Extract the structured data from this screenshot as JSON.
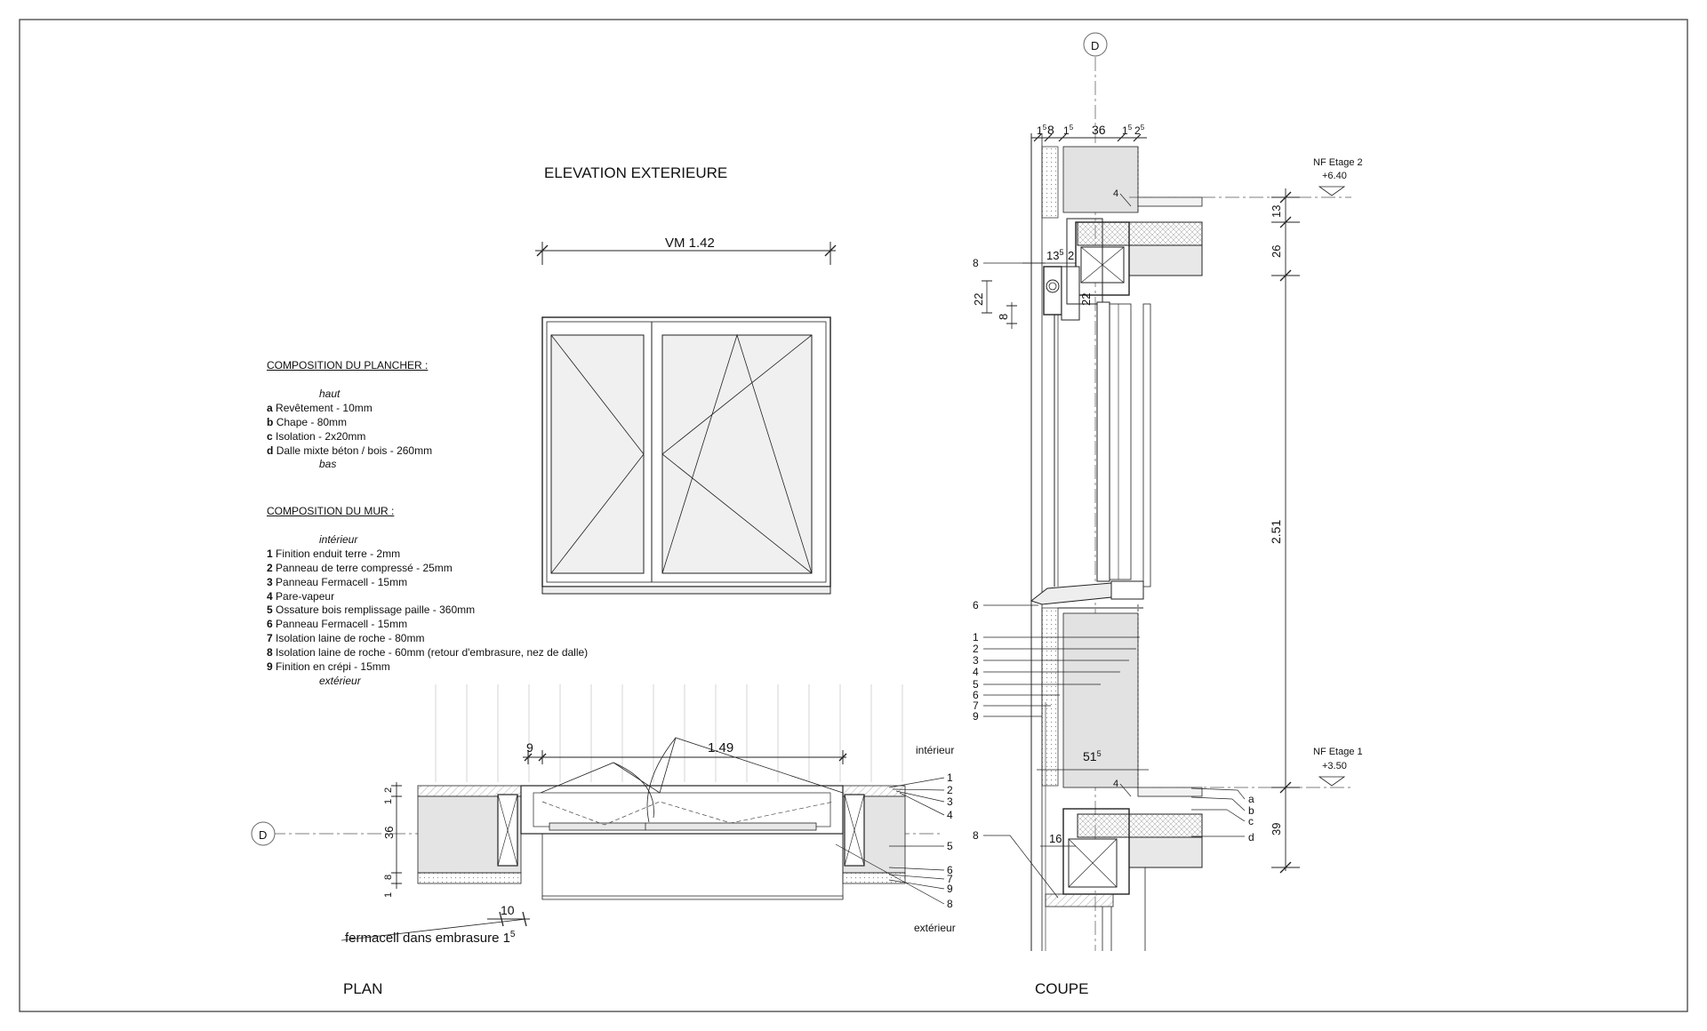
{
  "titles": {
    "elevation": "ELEVATION EXTERIEURE",
    "plan": "PLAN",
    "coupe": "COUPE"
  },
  "axis_marker": "D",
  "elevation": {
    "width_dim": "VM 1.42"
  },
  "floor_composition": {
    "heading": "COMPOSITION DU PLANCHER :",
    "top": "haut",
    "bottom": "bas",
    "items": [
      {
        "key": "a",
        "text": "Revêtement - 10mm"
      },
      {
        "key": "b",
        "text": "Chape - 80mm"
      },
      {
        "key": "c",
        "text": "Isolation - 2x20mm"
      },
      {
        "key": "d",
        "text": "Dalle mixte béton / bois - 260mm"
      }
    ]
  },
  "wall_composition": {
    "heading": "COMPOSITION DU MUR :",
    "top": "intérieur",
    "bottom": "extérieur",
    "items": [
      {
        "key": "1",
        "text": "Finition enduit terre - 2mm"
      },
      {
        "key": "2",
        "text": "Panneau de terre compressé - 25mm"
      },
      {
        "key": "3",
        "text": "Panneau Fermacell - 15mm"
      },
      {
        "key": "4",
        "text": "Pare-vapeur"
      },
      {
        "key": "5",
        "text": "Ossature bois remplissage paille - 360mm"
      },
      {
        "key": "6",
        "text": "Panneau Fermacell - 15mm"
      },
      {
        "key": "7",
        "text": "Isolation laine de roche - 80mm"
      },
      {
        "key": "8",
        "text": "Isolation laine de roche - 60mm (retour d'embrasure, nez de dalle)"
      },
      {
        "key": "9",
        "text": "Finition en crépi - 15mm"
      }
    ]
  },
  "plan": {
    "interior_label": "intérieur",
    "exterior_label": "extérieur",
    "opening_dim": "1.49",
    "reveal_dim": "9",
    "reveal_dim2": "10",
    "fermacell_note": "fermacell dans embrasure 1",
    "fermacell_note_sup": "5",
    "wall_dims": [
      "1",
      "5",
      "2",
      "5",
      "36",
      "1",
      "5",
      "8",
      "1",
      "5"
    ],
    "right_keys": [
      "1",
      "2",
      "3",
      "4",
      "5",
      "6",
      "7",
      "9",
      "8"
    ]
  },
  "coupe": {
    "top_dims": {
      "a": "1",
      "a_sup": "5",
      "b": "8",
      "c": "1",
      "c_sup": "5",
      "d": "36",
      "e": "1",
      "e_sup": "5",
      "f": "2",
      "f_sup": "5"
    },
    "level_top_name": "NF Etage 2",
    "level_top_value": "+6.40",
    "level_bottom_name": "NF Etage 1",
    "level_bottom_value": "+3.50",
    "vertical_dims": [
      "13",
      "26",
      "2.51",
      "39"
    ],
    "dim_135": "13",
    "dim_135_sup": "5",
    "dim_2": "2",
    "dim_22_left": "22",
    "dim_22_right": "22",
    "dim_8": "8",
    "dim_515": "51",
    "dim_515_sup": "5",
    "dim_16": "16",
    "left_keys": [
      "8",
      "6",
      "1",
      "2",
      "3",
      "4",
      "5",
      "6",
      "7",
      "9",
      "8"
    ],
    "inner_key_4": "4",
    "floor_keys": [
      "a",
      "b",
      "c",
      "d"
    ]
  }
}
